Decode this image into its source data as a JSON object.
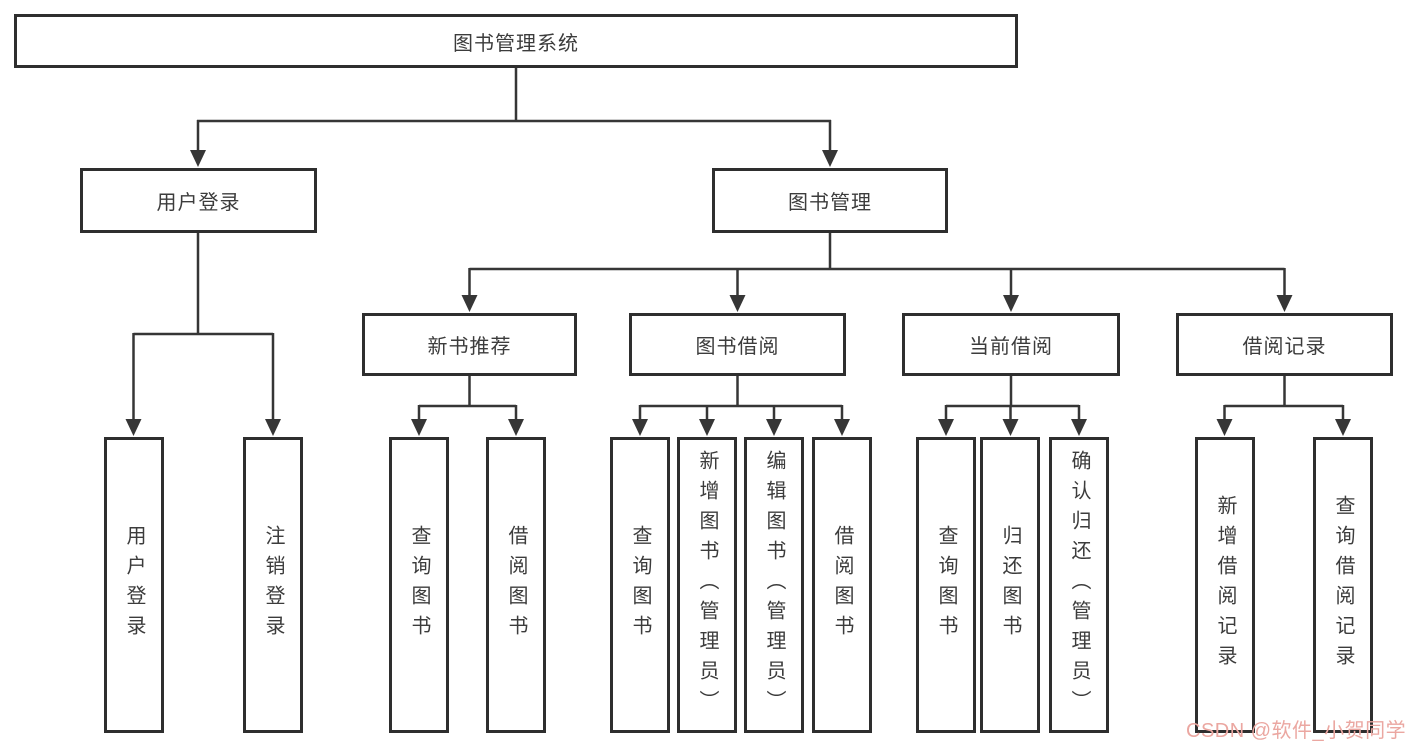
{
  "diagram": {
    "tree": {
      "label": "图书管理系统",
      "children": [
        {
          "label": "用户登录",
          "children": [
            {
              "label": "用户登录"
            },
            {
              "label": "注销登录"
            }
          ]
        },
        {
          "label": "图书管理",
          "children": [
            {
              "label": "新书推荐",
              "children": [
                {
                  "label": "查询图书"
                },
                {
                  "label": "借阅图书"
                }
              ]
            },
            {
              "label": "图书借阅",
              "children": [
                {
                  "label": "查询图书"
                },
                {
                  "label": "新增图书（管理员）"
                },
                {
                  "label": "编辑图书（管理员）"
                },
                {
                  "label": "借阅图书"
                }
              ]
            },
            {
              "label": "当前借阅",
              "children": [
                {
                  "label": "查询图书"
                },
                {
                  "label": "归还图书"
                },
                {
                  "label": "确认归还（管理员）"
                }
              ]
            },
            {
              "label": "借阅记录",
              "children": [
                {
                  "label": "新增借阅记录"
                },
                {
                  "label": "查询借阅记录"
                }
              ]
            }
          ]
        }
      ]
    },
    "watermark": "CSDN @软件_小贺同学",
    "colors": {
      "background": "#ffffff",
      "box_border": "#2e2e2e",
      "line": "#363636",
      "text": "#3c3c3c",
      "watermark": "#eba7a1"
    }
  }
}
